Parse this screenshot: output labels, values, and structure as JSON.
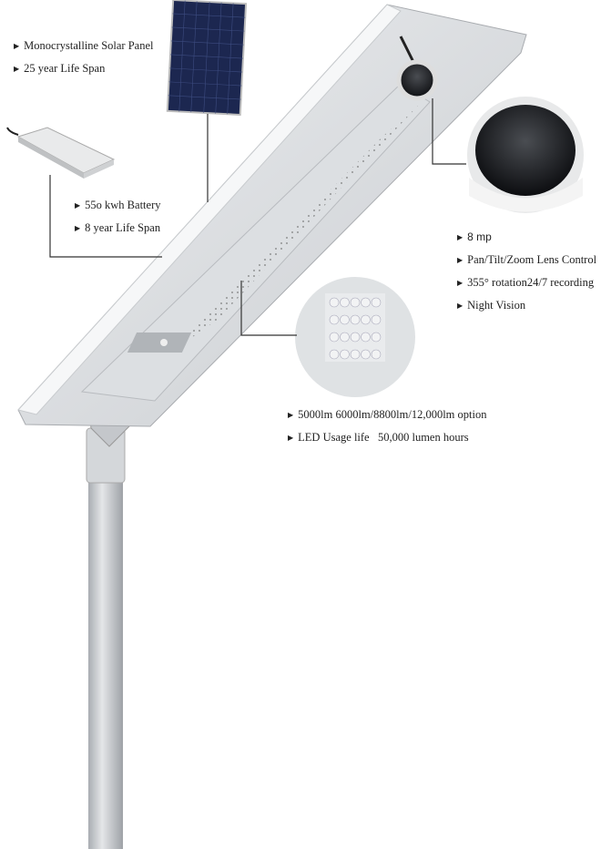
{
  "solar_panel": {
    "features": [
      "Monocrystalline Solar Panel",
      "25 year Life Span"
    ]
  },
  "battery": {
    "features": [
      "55o kwh Battery",
      "8 year Life Span"
    ]
  },
  "camera": {
    "features": [
      "8 mp",
      "Pan/Tilt/Zoom Lens Control",
      "355° rotation24/7 recording",
      "Night Vision"
    ]
  },
  "led": {
    "features": [
      "5000lm 6000lm/8800lm/12,000lm option",
      "LED Usage life   50,000 lumen hours"
    ]
  },
  "bullet_icon": "triangle-right",
  "colors": {
    "panel": "#1c2750",
    "housing": "#d9dcdf",
    "pole": "#c3c6ca",
    "text": "#222222"
  }
}
